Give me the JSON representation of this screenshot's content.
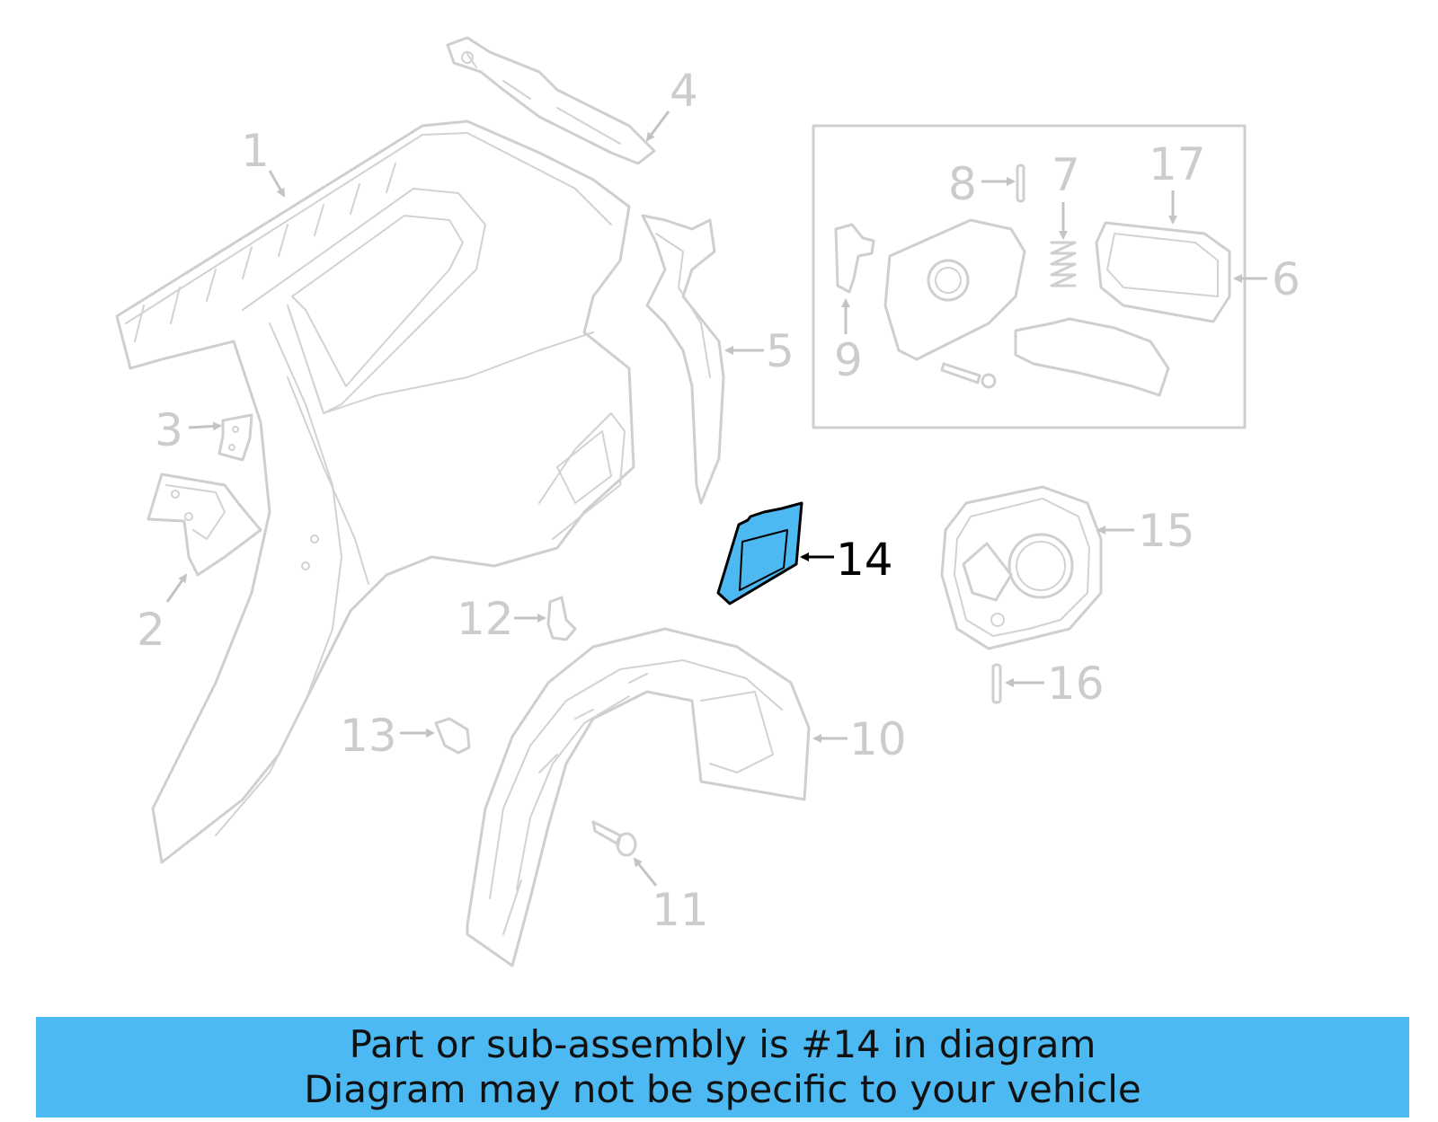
{
  "callouts": {
    "c1": "1",
    "c2": "2",
    "c3": "3",
    "c4": "4",
    "c5": "5",
    "c6": "6",
    "c7": "7",
    "c8": "8",
    "c9": "9",
    "c10": "10",
    "c11": "11",
    "c12": "12",
    "c13": "13",
    "c14": "14",
    "c15": "15",
    "c16": "16",
    "c17": "17"
  },
  "highlighted_part": "14",
  "colors": {
    "highlight_fill": "#4db9f2",
    "highlight_stroke": "#000000",
    "part_stroke": "#cfcfcf",
    "banner_background": "#4db9f2"
  },
  "banner": {
    "line1": "Part or sub-assembly is #14 in diagram",
    "line2": "Diagram may not be specific to your vehicle"
  }
}
